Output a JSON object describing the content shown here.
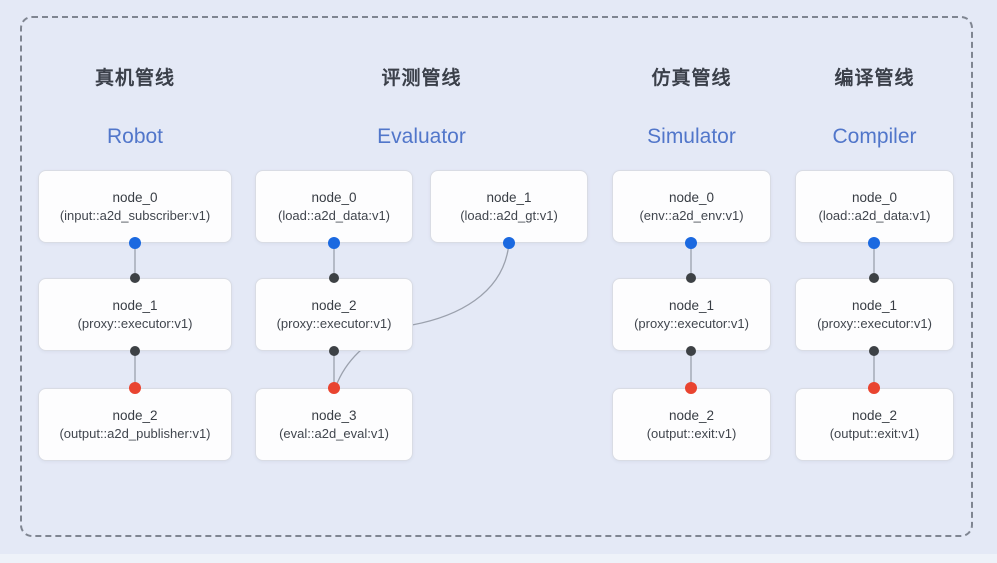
{
  "diagram": {
    "background_color": "#e4e9f6",
    "frame_border_color": "#7f8591",
    "node_background_color": "#fdfdfe",
    "title_zh_color": "#3b404a",
    "title_en_color": "#5176ca",
    "edge_color": "#9ba1ad",
    "port_colors": {
      "source_blue": "#1b69e0",
      "link_dark": "#3d4145",
      "sink_red": "#e94430"
    }
  },
  "pipelines": [
    {
      "title_zh": "真机管线",
      "title_en": "Robot",
      "nodes": [
        {
          "name": "node_0",
          "type": "(input::a2d_subscriber:v1)"
        },
        {
          "name": "node_1",
          "type": "(proxy::executor:v1)"
        },
        {
          "name": "node_2",
          "type": "(output::a2d_publisher:v1)"
        }
      ]
    },
    {
      "title_zh": "评测管线",
      "title_en": "Evaluator",
      "nodes": [
        {
          "name": "node_0",
          "type": "(load::a2d_data:v1)"
        },
        {
          "name": "node_1",
          "type": "(load::a2d_gt:v1)"
        },
        {
          "name": "node_2",
          "type": "(proxy::executor:v1)"
        },
        {
          "name": "node_3",
          "type": "(eval::a2d_eval:v1)"
        }
      ]
    },
    {
      "title_zh": "仿真管线",
      "title_en": "Simulator",
      "nodes": [
        {
          "name": "node_0",
          "type": "(env::a2d_env:v1)"
        },
        {
          "name": "node_1",
          "type": "(proxy::executor:v1)"
        },
        {
          "name": "node_2",
          "type": "(output::exit:v1)"
        }
      ]
    },
    {
      "title_zh": "编译管线",
      "title_en": "Compiler",
      "nodes": [
        {
          "name": "node_0",
          "type": "(load::a2d_data:v1)"
        },
        {
          "name": "node_1",
          "type": "(proxy::executor:v1)"
        },
        {
          "name": "node_2",
          "type": "(output::exit:v1)"
        }
      ]
    }
  ]
}
